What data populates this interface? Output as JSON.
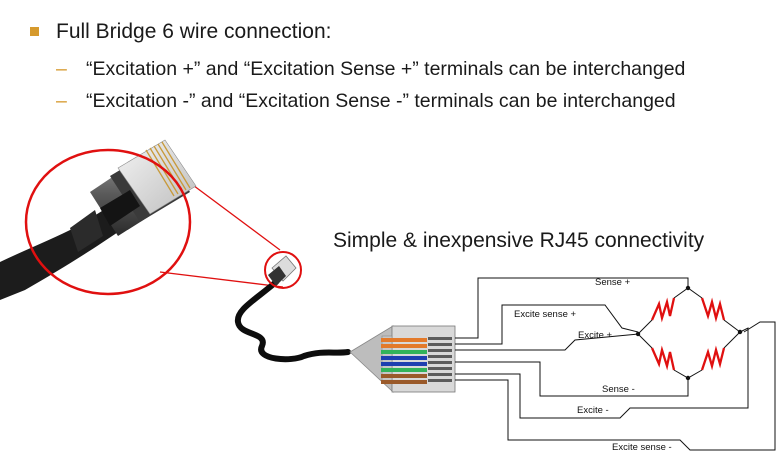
{
  "bullet": {
    "main": "Full Bridge 6 wire connection:",
    "sub1": "“Excitation +” and “Excitation Sense +” terminals can be interchanged",
    "sub2": "“Excitation -” and “Excitation Sense -” terminals can be interchanged"
  },
  "diagram": {
    "caption": "Simple & inexpensive RJ45 connectivity",
    "wire_labels": {
      "sense_plus": "Sense +",
      "excite_sense_plus": "Excite sense +",
      "excite_plus": "Excite +",
      "sense_minus": "Sense -",
      "excite_minus": "Excite -",
      "excite_sense_minus": "Excite sense -"
    },
    "colors": {
      "bullet_accent": "#d69a2d",
      "highlight_circle": "#e01010",
      "resistor": "#e01010"
    }
  }
}
